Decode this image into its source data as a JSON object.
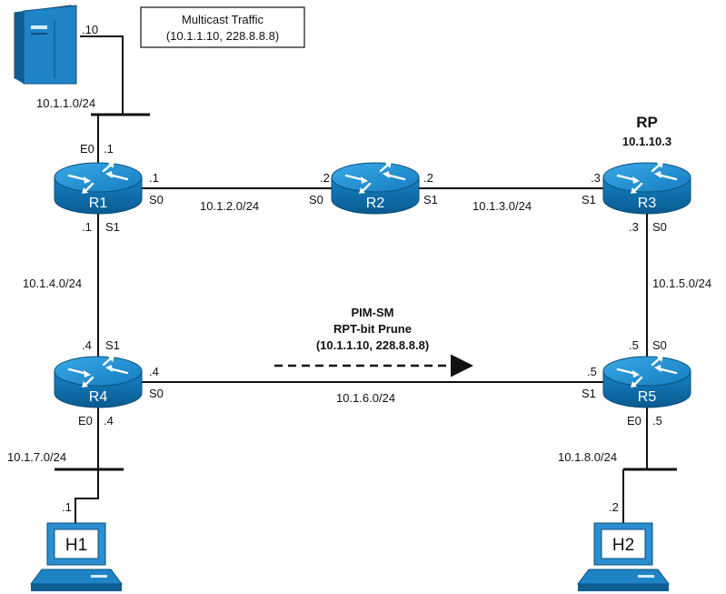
{
  "callout": {
    "line1": "Multicast Traffic",
    "line2": "(10.1.1.10, 228.8.8.8)"
  },
  "server": {
    "ip": ".10"
  },
  "rp": {
    "title": "RP",
    "ip": "10.1.10.3"
  },
  "pim": {
    "line1": "PIM-SM",
    "line2": "RPT-bit Prune",
    "line3": "(10.1.1.10, 228.8.8.8)"
  },
  "routers": {
    "r1": {
      "name": "R1"
    },
    "r2": {
      "name": "R2"
    },
    "r3": {
      "name": "R3"
    },
    "r4": {
      "name": "R4"
    },
    "r5": {
      "name": "R5"
    }
  },
  "hosts": {
    "h1": {
      "name": "H1",
      "ip": ".1"
    },
    "h2": {
      "name": "H2",
      "ip": ".2"
    }
  },
  "subnets": {
    "s_10_1_1": "10.1.1.0/24",
    "s_10_1_2": "10.1.2.0/24",
    "s_10_1_3": "10.1.3.0/24",
    "s_10_1_4": "10.1.4.0/24",
    "s_10_1_5": "10.1.5.0/24",
    "s_10_1_6": "10.1.6.0/24",
    "s_10_1_7": "10.1.7.0/24",
    "s_10_1_8": "10.1.8.0/24"
  },
  "interfaces": {
    "r1_e0": "E0",
    "r1_e0_ip": ".1",
    "r1_s0": "S0",
    "r1_s0_ip": ".1",
    "r1_s1": "S1",
    "r1_s1_ip": ".1",
    "r2_s0": "S0",
    "r2_s0_ip": ".2",
    "r2_s1": "S1",
    "r2_s1_ip": ".2",
    "r3_s1": "S1",
    "r3_s1_ip": ".3",
    "r3_s0": "S0",
    "r3_s0_ip": ".3",
    "r4_s1": "S1",
    "r4_s1_ip": ".4",
    "r4_s0": "S0",
    "r4_s0_ip": ".4",
    "r4_e0": "E0",
    "r4_e0_ip": ".4",
    "r5_s0": "S0",
    "r5_s0_ip": ".5",
    "r5_s1": "S1",
    "r5_s1_ip": ".5",
    "r5_e0": "E0",
    "r5_e0_ip": ".5"
  },
  "colors": {
    "router_fill": "#1a8fd0",
    "router_dark": "#0b5f94",
    "device_fill": "#2a8ed0"
  }
}
